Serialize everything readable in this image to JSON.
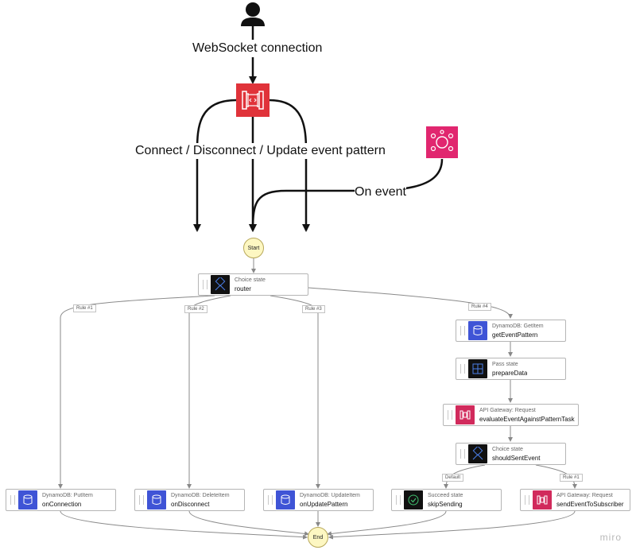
{
  "top": {
    "connection_label": "WebSocket connection",
    "routes_label": "Connect / Disconnect / Update event pattern",
    "event_label": "On event"
  },
  "flow": {
    "start": "Start",
    "end": "End",
    "router": {
      "type": "Choice state",
      "name": "router"
    },
    "rules": [
      "Rule #1",
      "Rule #2",
      "Rule #3",
      "Rule #4"
    ],
    "on_connection": {
      "type": "DynamoDB: PutItem",
      "name": "onConnection"
    },
    "on_disconnect": {
      "type": "DynamoDB: DeleteItem",
      "name": "onDisconnect"
    },
    "on_update_pattern": {
      "type": "DynamoDB: UpdateItem",
      "name": "onUpdatePattern"
    },
    "get_event_pattern": {
      "type": "DynamoDB: GetItem",
      "name": "getEventPattern"
    },
    "prepare_data": {
      "type": "Pass state",
      "name": "prepareData"
    },
    "evaluate_event": {
      "type": "API Gateway: Request",
      "name": "evaluateEventAgainstPatternTask"
    },
    "should_sent_event": {
      "type": "Choice state",
      "name": "shouldSentEvent"
    },
    "default_label": "Default",
    "rule1_label": "Rule #1",
    "skip_sending": {
      "type": "Succeed state",
      "name": "skipSending"
    },
    "send_event": {
      "type": "API Gateway: Request",
      "name": "sendEventToSubscriber"
    }
  },
  "watermark": "miro",
  "colors": {
    "api_gateway": "#e0333a",
    "eventbridge": "#e1266f",
    "dynamodb": "#3f54d6",
    "start_end_fill": "#fdf7c2"
  }
}
